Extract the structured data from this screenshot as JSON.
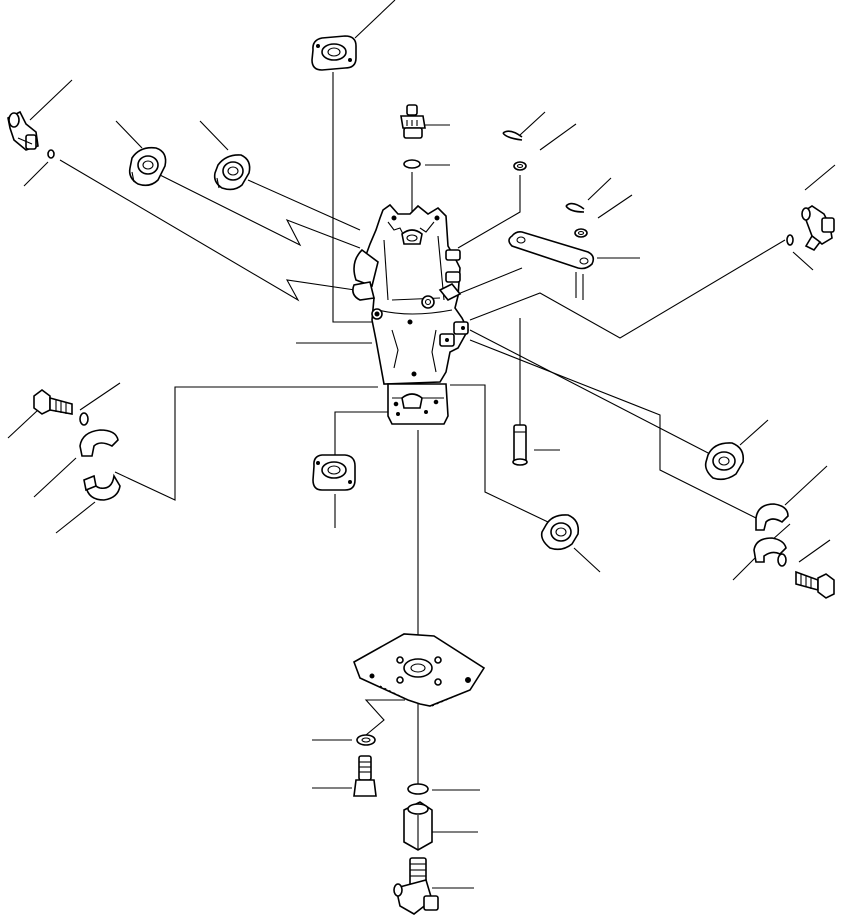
{
  "diagram": {
    "kind": "exploded-parts-view",
    "parts": [
      {
        "name": "valve-body-assembly",
        "icon": "valve-body-icon"
      },
      {
        "name": "top-flange",
        "icon": "flange-icon"
      },
      {
        "name": "left-flange-outer",
        "icon": "flange-icon"
      },
      {
        "name": "left-flange-inner",
        "icon": "flange-icon"
      },
      {
        "name": "lower-center-flange",
        "icon": "flange-icon"
      },
      {
        "name": "right-lower-flange",
        "icon": "flange-icon"
      },
      {
        "name": "right-flange",
        "icon": "flange-icon"
      },
      {
        "name": "left-elbow-fitting",
        "icon": "elbow-fitting-icon"
      },
      {
        "name": "right-tee-fitting",
        "icon": "tee-fitting-icon"
      },
      {
        "name": "top-plug-fitting",
        "icon": "plug-fitting-icon"
      },
      {
        "name": "split-clamp-halves",
        "icon": "split-clamp-icon"
      },
      {
        "name": "cap-screws",
        "icon": "bolt-icon"
      },
      {
        "name": "cotter-pins",
        "icon": "cotter-pin-icon"
      },
      {
        "name": "link-plate",
        "icon": "link-plate-icon"
      },
      {
        "name": "mounting-bracket-plate",
        "icon": "bracket-plate-icon"
      },
      {
        "name": "coupling-nut",
        "icon": "hex-nut-icon"
      },
      {
        "name": "bottom-tee-fitting",
        "icon": "tee-fitting-icon"
      },
      {
        "name": "o-rings",
        "icon": "o-ring-icon"
      }
    ]
  }
}
